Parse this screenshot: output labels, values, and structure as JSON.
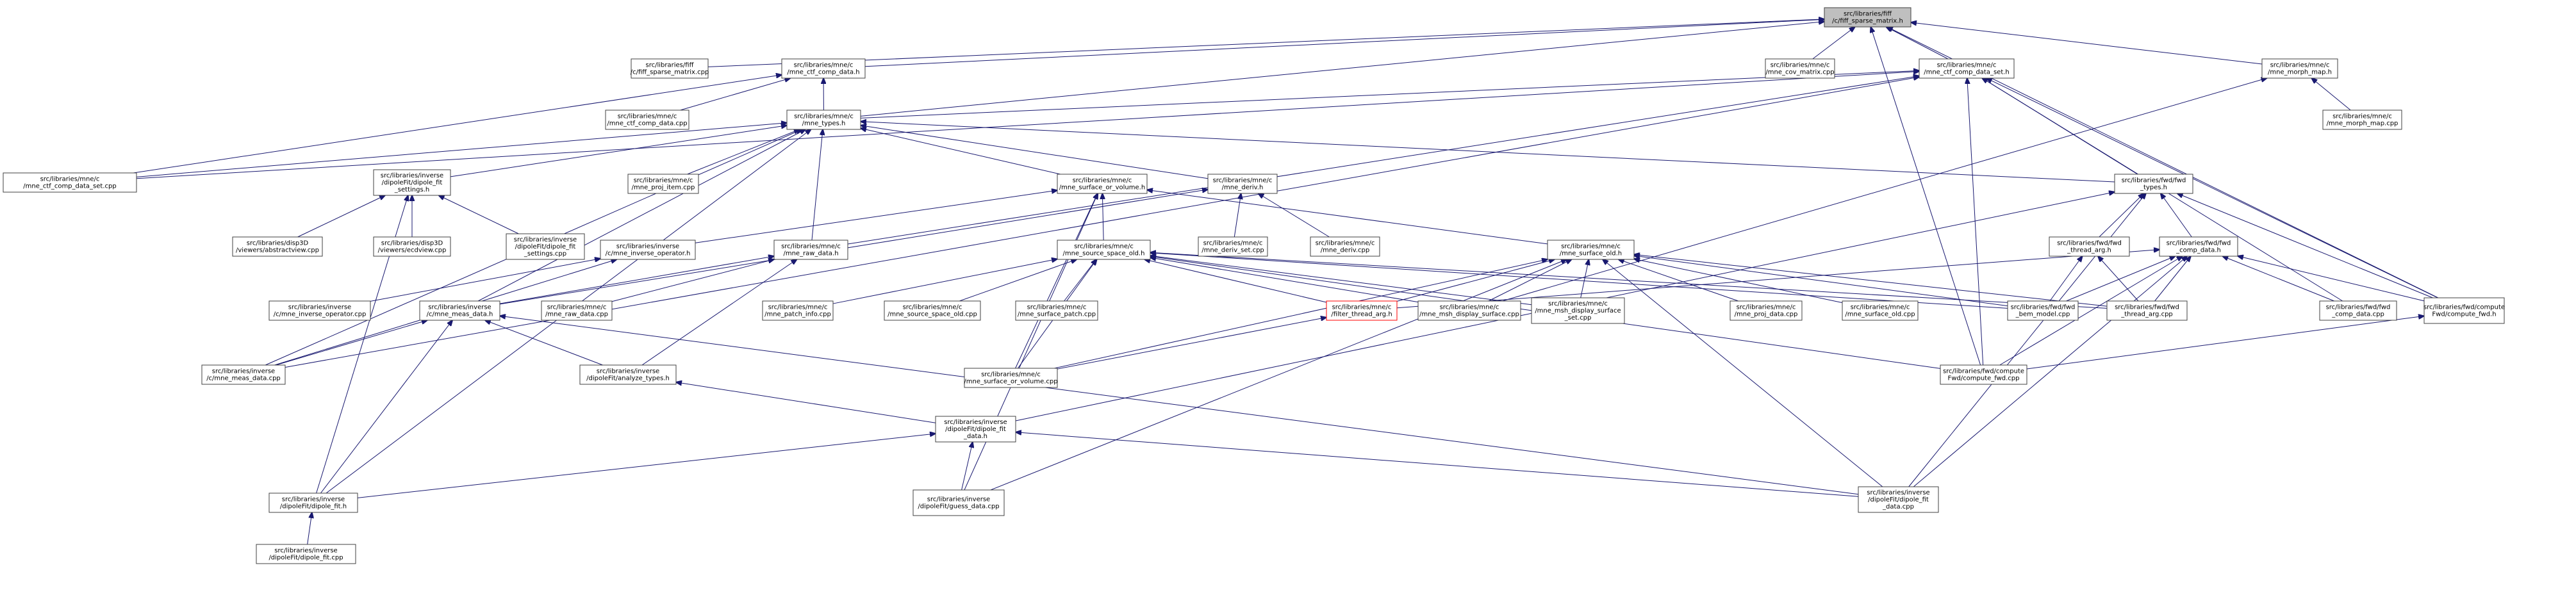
{
  "nodes": [
    {
      "id": "fiff_sparse_h",
      "lines": [
        "src/libraries/fiff",
        "/c/fiff_sparse_matrix.h"
      ],
      "root": true
    },
    {
      "id": "fiff_sparse_cpp",
      "lines": [
        "src/libraries/fiff",
        "/c/fiff_sparse_matrix.cpp"
      ]
    },
    {
      "id": "mne_ctf_comp_data_h",
      "lines": [
        "src/libraries/mne/c",
        "/mne_ctf_comp_data.h"
      ]
    },
    {
      "id": "mne_cov_matrix_cpp",
      "lines": [
        "src/libraries/mne/c",
        "/mne_cov_matrix.cpp"
      ]
    },
    {
      "id": "mne_ctf_comp_data_set_h",
      "lines": [
        "src/libraries/mne/c",
        "/mne_ctf_comp_data_set.h"
      ]
    },
    {
      "id": "mne_morph_map_h",
      "lines": [
        "src/libraries/mne/c",
        "/mne_morph_map.h"
      ]
    },
    {
      "id": "mne_ctf_comp_data_cpp",
      "lines": [
        "src/libraries/mne/c",
        "/mne_ctf_comp_data.cpp"
      ]
    },
    {
      "id": "mne_types_h",
      "lines": [
        "src/libraries/mne/c",
        "/mne_types.h"
      ]
    },
    {
      "id": "mne_morph_map_cpp",
      "lines": [
        "src/libraries/mne/c",
        "/mne_morph_map.cpp"
      ]
    },
    {
      "id": "mne_ctf_comp_data_set_cpp",
      "lines": [
        "src/libraries/mne/c",
        "/mne_ctf_comp_data_set.cpp"
      ]
    },
    {
      "id": "dipole_fit_settings_h",
      "lines": [
        "src/libraries/inverse",
        "/dipoleFit/dipole_fit",
        "_settings.h"
      ]
    },
    {
      "id": "mne_proj_item_cpp",
      "lines": [
        "src/libraries/mne/c",
        "/mne_proj_item.cpp"
      ]
    },
    {
      "id": "mne_surface_or_volume_h",
      "lines": [
        "src/libraries/mne/c",
        "/mne_surface_or_volume.h"
      ]
    },
    {
      "id": "mne_deriv_h",
      "lines": [
        "src/libraries/mne/c",
        "/mne_deriv.h"
      ]
    },
    {
      "id": "fwd_types_h",
      "lines": [
        "src/libraries/fwd/fwd",
        "_types.h"
      ]
    },
    {
      "id": "abstractview_cpp",
      "lines": [
        "src/libraries/disp3D",
        "/viewers/abstractview.cpp"
      ]
    },
    {
      "id": "ecdview_cpp",
      "lines": [
        "src/libraries/disp3D",
        "/viewers/ecdview.cpp"
      ]
    },
    {
      "id": "dipole_fit_settings_cpp",
      "lines": [
        "src/libraries/inverse",
        "/dipoleFit/dipole_fit",
        "_settings.cpp"
      ]
    },
    {
      "id": "mne_inverse_operator_h",
      "lines": [
        "src/libraries/inverse",
        "/c/mne_inverse_operator.h"
      ]
    },
    {
      "id": "mne_raw_data_h",
      "lines": [
        "src/libraries/mne/c",
        "/mne_raw_data.h"
      ]
    },
    {
      "id": "mne_source_space_old_h",
      "lines": [
        "src/libraries/mne/c",
        "/mne_source_space_old.h"
      ]
    },
    {
      "id": "mne_deriv_set_cpp",
      "lines": [
        "src/libraries/mne/c",
        "/mne_deriv_set.cpp"
      ]
    },
    {
      "id": "mne_deriv_cpp",
      "lines": [
        "src/libraries/mne/c",
        "/mne_deriv.cpp"
      ]
    },
    {
      "id": "mne_surface_old_h",
      "lines": [
        "src/libraries/mne/c",
        "/mne_surface_old.h"
      ]
    },
    {
      "id": "fwd_thread_arg_h",
      "lines": [
        "src/libraries/fwd/fwd",
        "_thread_arg.h"
      ]
    },
    {
      "id": "fwd_comp_data_h",
      "lines": [
        "src/libraries/fwd/fwd",
        "_comp_data.h"
      ]
    },
    {
      "id": "mne_inverse_operator_cpp",
      "lines": [
        "src/libraries/inverse",
        "/c/mne_inverse_operator.cpp"
      ]
    },
    {
      "id": "mne_meas_data_h",
      "lines": [
        "src/libraries/inverse",
        "/c/mne_meas_data.h"
      ]
    },
    {
      "id": "mne_raw_data_cpp",
      "lines": [
        "src/libraries/mne/c",
        "/mne_raw_data.cpp"
      ]
    },
    {
      "id": "mne_patch_info_cpp",
      "lines": [
        "src/libraries/mne/c",
        "/mne_patch_info.cpp"
      ]
    },
    {
      "id": "mne_source_space_old_cpp",
      "lines": [
        "src/libraries/mne/c",
        "/mne_source_space_old.cpp"
      ]
    },
    {
      "id": "mne_surface_patch_cpp",
      "lines": [
        "src/libraries/mne/c",
        "/mne_surface_patch.cpp"
      ]
    },
    {
      "id": "filter_thread_arg_h",
      "lines": [
        "src/libraries/mne/c",
        "/filter_thread_arg.h"
      ],
      "red": true
    },
    {
      "id": "mne_msh_display_surface_cpp",
      "lines": [
        "src/libraries/mne/c",
        "/mne_msh_display_surface.cpp"
      ]
    },
    {
      "id": "mne_msh_display_surface_set_cpp",
      "lines": [
        "src/libraries/mne/c",
        "/mne_msh_display_surface",
        "_set.cpp"
      ]
    },
    {
      "id": "mne_proj_data_cpp",
      "lines": [
        "src/libraries/mne/c",
        "/mne_proj_data.cpp"
      ]
    },
    {
      "id": "mne_surface_old_cpp",
      "lines": [
        "src/libraries/mne/c",
        "/mne_surface_old.cpp"
      ]
    },
    {
      "id": "fwd_bem_model_cpp",
      "lines": [
        "src/libraries/fwd/fwd",
        "_bem_model.cpp"
      ]
    },
    {
      "id": "fwd_thread_arg_cpp",
      "lines": [
        "src/libraries/fwd/fwd",
        "_thread_arg.cpp"
      ]
    },
    {
      "id": "fwd_comp_data_cpp",
      "lines": [
        "src/libraries/fwd/fwd",
        "_comp_data.cpp"
      ]
    },
    {
      "id": "compute_fwd_h",
      "lines": [
        "src/libraries/fwd/compute",
        "Fwd/compute_fwd.h"
      ]
    },
    {
      "id": "mne_meas_data_cpp",
      "lines": [
        "src/libraries/inverse",
        "/c/mne_meas_data.cpp"
      ]
    },
    {
      "id": "analyze_types_h",
      "lines": [
        "src/libraries/inverse",
        "/dipoleFit/analyze_types.h"
      ]
    },
    {
      "id": "mne_surface_or_volume_cpp",
      "lines": [
        "src/libraries/mne/c",
        "/mne_surface_or_volume.cpp"
      ]
    },
    {
      "id": "compute_fwd_cpp",
      "lines": [
        "src/libraries/fwd/compute",
        "Fwd/compute_fwd.cpp"
      ]
    },
    {
      "id": "dipole_fit_data_h",
      "lines": [
        "src/libraries/inverse",
        "/dipoleFit/dipole_fit",
        "_data.h"
      ]
    },
    {
      "id": "dipole_fit_h",
      "lines": [
        "src/libraries/inverse",
        "/dipoleFit/dipole_fit.h"
      ]
    },
    {
      "id": "guess_data_cpp",
      "lines": [
        "src/libraries/inverse",
        "/dipoleFit/guess_data.cpp"
      ]
    },
    {
      "id": "dipole_fit_data_cpp",
      "lines": [
        "src/libraries/inverse",
        "/dipoleFit/dipole_fit",
        "_data.cpp"
      ]
    },
    {
      "id": "dipole_fit_cpp",
      "lines": [
        "src/libraries/inverse",
        "/dipoleFit/dipole_fit.cpp"
      ]
    }
  ],
  "edges": [
    [
      "fiff_sparse_cpp",
      "fiff_sparse_h"
    ],
    [
      "mne_ctf_comp_data_h",
      "fiff_sparse_h"
    ],
    [
      "mne_cov_matrix_cpp",
      "fiff_sparse_h"
    ],
    [
      "mne_ctf_comp_data_set_h",
      "fiff_sparse_h"
    ],
    [
      "mne_morph_map_h",
      "fiff_sparse_h"
    ],
    [
      "mne_types_h",
      "fiff_sparse_h"
    ],
    [
      "compute_fwd_h",
      "fiff_sparse_h"
    ],
    [
      "compute_fwd_cpp",
      "fiff_sparse_h"
    ],
    [
      "mne_ctf_comp_data_cpp",
      "mne_ctf_comp_data_h"
    ],
    [
      "mne_types_h",
      "mne_ctf_comp_data_h"
    ],
    [
      "mne_ctf_comp_data_set_cpp",
      "mne_ctf_comp_data_h"
    ],
    [
      "mne_types_h",
      "mne_ctf_comp_data_set_h"
    ],
    [
      "mne_ctf_comp_data_set_cpp",
      "mne_ctf_comp_data_set_h"
    ],
    [
      "fwd_types_h",
      "mne_ctf_comp_data_set_h"
    ],
    [
      "compute_fwd_cpp",
      "mne_ctf_comp_data_set_h"
    ],
    [
      "compute_fwd_h",
      "mne_ctf_comp_data_set_h"
    ],
    [
      "fwd_comp_data_cpp",
      "mne_ctf_comp_data_set_h"
    ],
    [
      "mne_raw_data_h",
      "mne_ctf_comp_data_set_h"
    ],
    [
      "mne_meas_data_cpp",
      "mne_ctf_comp_data_set_h"
    ],
    [
      "mne_morph_map_cpp",
      "mne_morph_map_h"
    ],
    [
      "mne_msh_display_surface_cpp",
      "mne_morph_map_h"
    ],
    [
      "mne_ctf_comp_data_set_cpp",
      "mne_types_h"
    ],
    [
      "dipole_fit_settings_h",
      "mne_types_h"
    ],
    [
      "mne_proj_item_cpp",
      "mne_types_h"
    ],
    [
      "mne_surface_or_volume_h",
      "mne_types_h"
    ],
    [
      "mne_deriv_h",
      "mne_types_h"
    ],
    [
      "fwd_types_h",
      "mne_types_h"
    ],
    [
      "mne_raw_data_h",
      "mne_types_h"
    ],
    [
      "mne_meas_data_h",
      "mne_types_h"
    ],
    [
      "mne_meas_data_cpp",
      "mne_types_h"
    ],
    [
      "dipole_fit_h",
      "mne_types_h"
    ],
    [
      "abstractview_cpp",
      "dipole_fit_settings_h"
    ],
    [
      "ecdview_cpp",
      "dipole_fit_settings_h"
    ],
    [
      "dipole_fit_settings_cpp",
      "dipole_fit_settings_h"
    ],
    [
      "dipole_fit_h",
      "dipole_fit_settings_h"
    ],
    [
      "mne_inverse_operator_h",
      "mne_surface_or_volume_h"
    ],
    [
      "mne_source_space_old_h",
      "mne_surface_or_volume_h"
    ],
    [
      "mne_surface_old_h",
      "mne_surface_or_volume_h"
    ],
    [
      "mne_surface_or_volume_cpp",
      "mne_surface_or_volume_h"
    ],
    [
      "guess_data_cpp",
      "mne_surface_or_volume_h"
    ],
    [
      "mne_deriv_set_cpp",
      "mne_deriv_h"
    ],
    [
      "mne_deriv_cpp",
      "mne_deriv_h"
    ],
    [
      "mne_meas_data_h",
      "mne_deriv_h"
    ],
    [
      "fwd_thread_arg_h",
      "fwd_types_h"
    ],
    [
      "fwd_comp_data_h",
      "fwd_types_h"
    ],
    [
      "compute_fwd_h",
      "fwd_types_h"
    ],
    [
      "dipole_fit_data_cpp",
      "fwd_types_h"
    ],
    [
      "mne_inverse_operator_cpp",
      "mne_inverse_operator_h"
    ],
    [
      "mne_meas_data_cpp",
      "mne_inverse_operator_h"
    ],
    [
      "mne_raw_data_cpp",
      "mne_raw_data_h"
    ],
    [
      "mne_meas_data_h",
      "mne_raw_data_h"
    ],
    [
      "analyze_types_h",
      "mne_raw_data_h"
    ],
    [
      "mne_patch_info_cpp",
      "mne_source_space_old_h"
    ],
    [
      "mne_source_space_old_cpp",
      "mne_source_space_old_h"
    ],
    [
      "mne_surface_patch_cpp",
      "mne_source_space_old_h"
    ],
    [
      "filter_thread_arg_h",
      "mne_source_space_old_h"
    ],
    [
      "mne_msh_display_surface_cpp",
      "mne_source_space_old_h"
    ],
    [
      "mne_msh_display_surface_set_cpp",
      "mne_source_space_old_h"
    ],
    [
      "fwd_bem_model_cpp",
      "mne_source_space_old_h"
    ],
    [
      "fwd_thread_arg_cpp",
      "mne_source_space_old_h"
    ],
    [
      "mne_surface_or_volume_cpp",
      "mne_source_space_old_h"
    ],
    [
      "compute_fwd_cpp",
      "mne_source_space_old_h"
    ],
    [
      "filter_thread_arg_h",
      "mne_surface_old_h"
    ],
    [
      "mne_msh_display_surface_cpp",
      "mne_surface_old_h"
    ],
    [
      "mne_msh_display_surface_set_cpp",
      "mne_surface_old_h"
    ],
    [
      "mne_proj_data_cpp",
      "mne_surface_old_h"
    ],
    [
      "mne_surface_old_cpp",
      "mne_surface_old_h"
    ],
    [
      "fwd_bem_model_cpp",
      "mne_surface_old_h"
    ],
    [
      "fwd_thread_arg_cpp",
      "mne_surface_old_h"
    ],
    [
      "mne_surface_or_volume_cpp",
      "mne_surface_old_h"
    ],
    [
      "guess_data_cpp",
      "mne_surface_old_h"
    ],
    [
      "dipole_fit_data_cpp",
      "mne_surface_old_h"
    ],
    [
      "fwd_bem_model_cpp",
      "fwd_thread_arg_h"
    ],
    [
      "fwd_thread_arg_cpp",
      "fwd_thread_arg_h"
    ],
    [
      "fwd_bem_model_cpp",
      "fwd_comp_data_h"
    ],
    [
      "fwd_thread_arg_cpp",
      "fwd_comp_data_h"
    ],
    [
      "fwd_comp_data_cpp",
      "fwd_comp_data_h"
    ],
    [
      "compute_fwd_h",
      "fwd_comp_data_h"
    ],
    [
      "compute_fwd_cpp",
      "fwd_comp_data_h"
    ],
    [
      "dipole_fit_data_cpp",
      "fwd_comp_data_h"
    ],
    [
      "filter_thread_arg_h",
      "fwd_comp_data_h"
    ],
    [
      "mne_surface_or_volume_cpp",
      "filter_thread_arg_h"
    ],
    [
      "compute_fwd_cpp",
      "compute_fwd_h"
    ],
    [
      "mne_meas_data_cpp",
      "mne_meas_data_h"
    ],
    [
      "analyze_types_h",
      "mne_meas_data_h"
    ],
    [
      "dipole_fit_h",
      "mne_meas_data_h"
    ],
    [
      "dipole_fit_data_cpp",
      "mne_meas_data_h"
    ],
    [
      "dipole_fit_data_h",
      "analyze_types_h"
    ],
    [
      "dipole_fit_h",
      "dipole_fit_data_h"
    ],
    [
      "guess_data_cpp",
      "dipole_fit_data_h"
    ],
    [
      "dipole_fit_data_cpp",
      "dipole_fit_data_h"
    ],
    [
      "dipole_fit_cpp",
      "dipole_fit_h"
    ],
    [
      "dipole_fit_data_h",
      "fwd_types_h"
    ]
  ]
}
